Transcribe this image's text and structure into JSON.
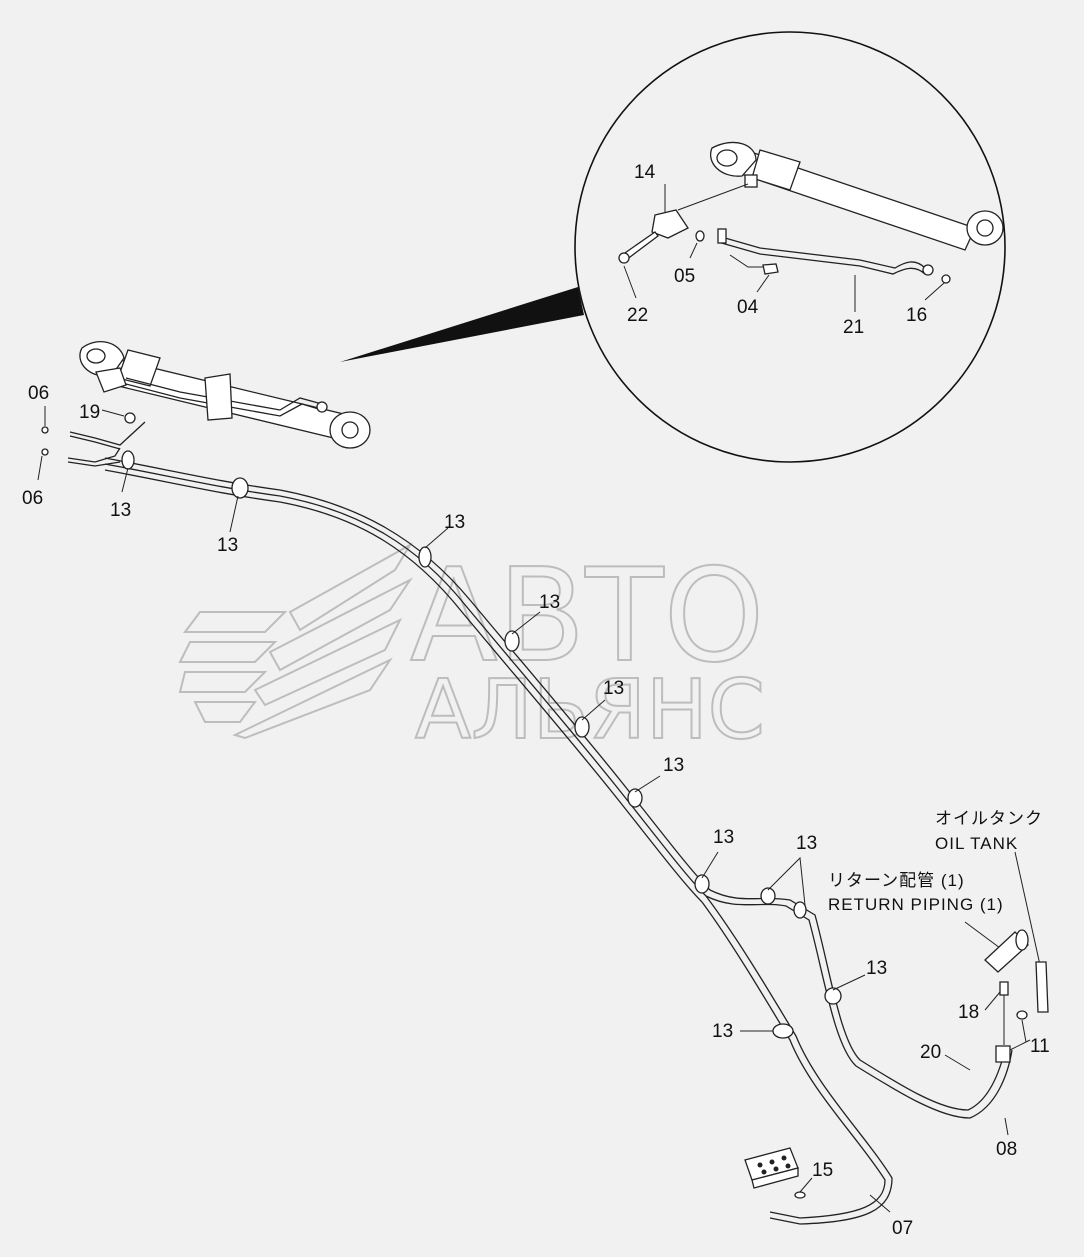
{
  "watermark": {
    "line1": "АВТО",
    "line2": "АЛЬЯНС"
  },
  "oil_tank": {
    "label_jp": "オイルタンク",
    "label_en": "OIL TANK"
  },
  "return_piping": {
    "label_jp": "リターン配管 (1)",
    "label_en": "RETURN PIPING (1)"
  },
  "callouts": {
    "p14": "14",
    "p22": "22",
    "p05": "05",
    "p04": "04",
    "p21": "21",
    "p16": "16",
    "p06a": "06",
    "p06b": "06",
    "p19": "19",
    "p13": "13",
    "p18": "18",
    "p11": "11",
    "p20": "20",
    "p08": "08",
    "p15": "15",
    "p07": "07"
  }
}
